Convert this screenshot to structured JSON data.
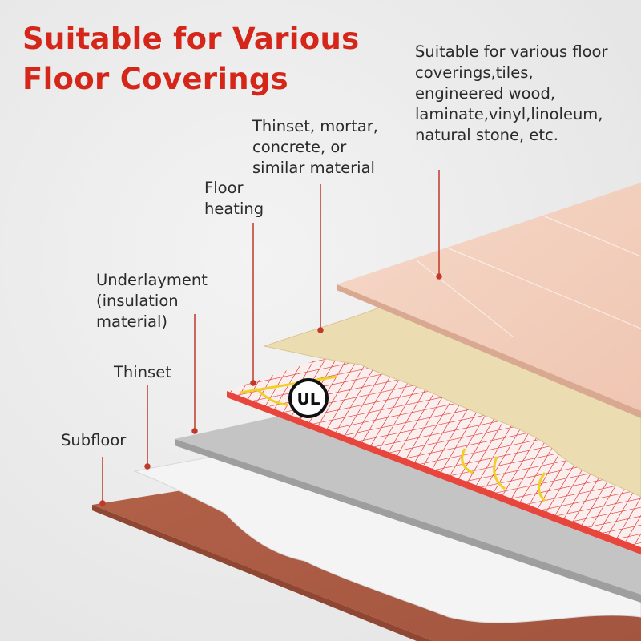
{
  "title": [
    "Suitable for Various",
    "Floor Coverings"
  ],
  "labels": {
    "floor_covering": "Suitable for various floor\ncoverings,tiles,\nengineered wood,\nlaminate,vinyl,linoleum,\nnatural stone, etc.",
    "thinset_mortar": "Thinset, mortar,\nconcrete, or\nsimilar material",
    "floor_heating": "Floor\nheating",
    "underlayment": "Underlayment\n(insulation\nmaterial)",
    "thinset": "Thinset",
    "subfloor": "Subfloor"
  },
  "certification_logo": "UL",
  "colors": {
    "accent": "#d5261a",
    "leader_line": "#c0392b"
  }
}
